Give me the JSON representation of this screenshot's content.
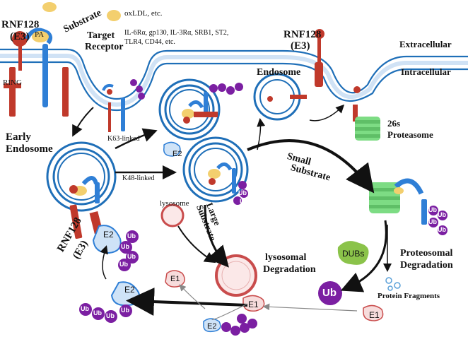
{
  "labels": {
    "rnf128_left": "RNF128",
    "e3_left": "(E3)",
    "pa": "PA",
    "substrate": "Substrate",
    "target_receptor_1": "Target",
    "target_receptor_2": "Receptor",
    "oxldl": "oxLDL, etc.",
    "receptor_list_1": "IL-6Rα, gp130, IL-3Rα, SRB1, ST2,",
    "receptor_list_2": "TLR4, CD44, etc.",
    "ring": "RING",
    "rnf128_right": "RNF128",
    "e3_right": "(E3)",
    "extracellular": "Extracellular",
    "intracellular": "Intracellular",
    "endosome": "Endosome",
    "proteasome_1": "26s",
    "proteasome_2": "Proteasome",
    "early_endosome_1": "Early",
    "early_endosome_2": "Endosome",
    "k63_linked": "K63-linked",
    "k48_linked": "K48-linked",
    "small_substrate_1": "Small",
    "small_substrate_2": "Substrate",
    "large_substrate_1": "Large",
    "large_substrate_2": "Substrate",
    "lysosome": "lysosome",
    "lysosomal_1": "lysosomal",
    "lysosomal_2": "Degradation",
    "proteosomal_1": "Proteosomal",
    "proteosomal_2": "Degradation",
    "protein_fragments": "Protein Fragments",
    "dubs": "DUBs",
    "ub_big": "Ub",
    "rnf128_bottom": "RNF128",
    "e3_bottom": "(E3)"
  },
  "molecules": {
    "ub": "Ub",
    "e1": "E1",
    "e2": "E2"
  },
  "colors": {
    "membrane_blue": "#1f6fb8",
    "rnf_red": "#c0392b",
    "receptor_blue": "#2f7fd6",
    "substrate_yellow": "#f3cf6e",
    "ub_purple": "#7b1fa2",
    "proteasome_green": "#7ddc84",
    "dubs_green": "#8bc34a",
    "e_pink": "#f7dcdc",
    "e2_blue": "#cfe3f7",
    "lysosome_red": "#c94c4c"
  }
}
